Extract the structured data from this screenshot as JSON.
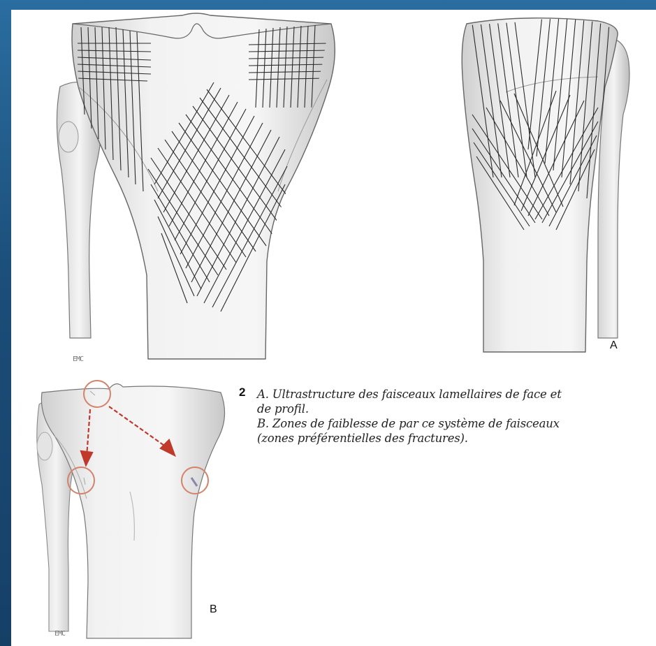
{
  "figure": {
    "number": "2",
    "caption_lines": [
      "A. Ultrastructure des faisceaux lamellaires de face et",
      "de profil.",
      "B. Zones de faiblesse de par ce système de faisceaux",
      "(zones préférentielles des fractures)."
    ]
  },
  "panels": {
    "a_label": "A",
    "b_label": "B"
  },
  "signature": "EMC",
  "colors": {
    "frame": "#1b4d78",
    "bone_fill": "#eeeeee",
    "trabecular_lines": "#2a2a2a",
    "arrow": "#c0392b",
    "weakness_circle": "#d4826a"
  }
}
